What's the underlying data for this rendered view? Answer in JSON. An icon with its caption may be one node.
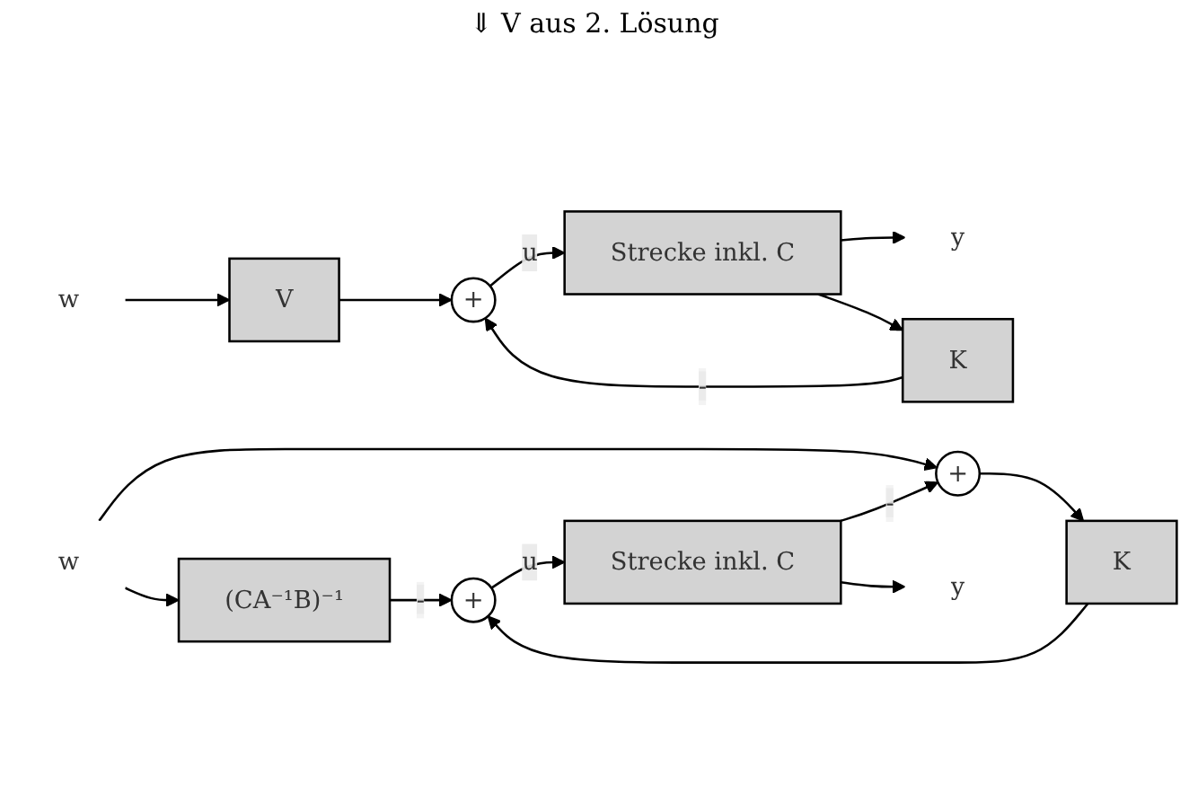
{
  "diagram": {
    "nodes": [
      {
        "text": [
          "w"
        ]
      },
      {
        "text": [
          "V"
        ]
      },
      {
        "text": [
          "+"
        ]
      },
      {
        "text": [
          "Strecke inkl. C"
        ]
      },
      {
        "text": [
          "y"
        ]
      },
      {
        "text": [
          "K"
        ]
      },
      {
        "text": [
          "w"
        ]
      },
      {
        "text": [
          "(CA⁻¹B)⁻¹"
        ]
      },
      {
        "text": [
          "+"
        ]
      },
      {
        "text": [
          "K"
        ]
      },
      {
        "text": [
          "+"
        ]
      },
      {
        "text": [
          "Strecke inkl. C"
        ]
      },
      {
        "text": [
          "y"
        ]
      }
    ],
    "edges": [
      {
        "from": 0,
        "to": 1,
        "arrow": "to"
      },
      {
        "from": 1,
        "to": 2,
        "arrow": "to"
      },
      {
        "from": 2,
        "to": 3,
        "label": "u",
        "arrow": "to"
      },
      {
        "from": 3,
        "to": 4,
        "arrow": "to"
      },
      {
        "from": 3,
        "to": 5,
        "arrow": "to"
      },
      {
        "from": 5,
        "to": 2,
        "label": "-",
        "arrow": "to"
      },
      {
        "from": 6,
        "to": 7,
        "arrow": "to"
      },
      {
        "from": 6,
        "to": 8,
        "arrow": "to"
      },
      {
        "from": 7,
        "to": 10,
        "label": "-",
        "arrow": "to"
      },
      {
        "from": 8,
        "to": 9,
        "arrow": "to"
      },
      {
        "from": 9,
        "to": 10,
        "arrow": "to"
      },
      {
        "from": 10,
        "to": 11,
        "label": "u",
        "arrow": "to"
      },
      {
        "from": 11,
        "to": 12,
        "arrow": "to"
      },
      {
        "from": 11,
        "to": 8,
        "label": "-",
        "arrow": "to"
      }
    ],
    "labels": [
      "⇓ V aus 2. Lösung"
    ]
  }
}
